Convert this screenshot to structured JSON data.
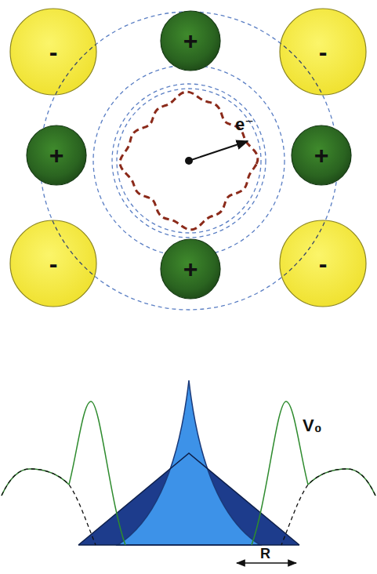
{
  "diagram": {
    "nodes": [
      {
        "text": [
          "-"
        ]
      },
      {
        "text": [
          "+"
        ]
      },
      {
        "text": [
          "-"
        ]
      },
      {
        "text": [
          "+"
        ]
      },
      {
        "text": [
          "+"
        ]
      },
      {
        "text": [
          "-"
        ]
      },
      {
        "text": [
          "+"
        ]
      },
      {
        "text": [
          "-"
        ]
      }
    ],
    "labels": [
      "e⁻",
      "V₀",
      "R"
    ]
  }
}
